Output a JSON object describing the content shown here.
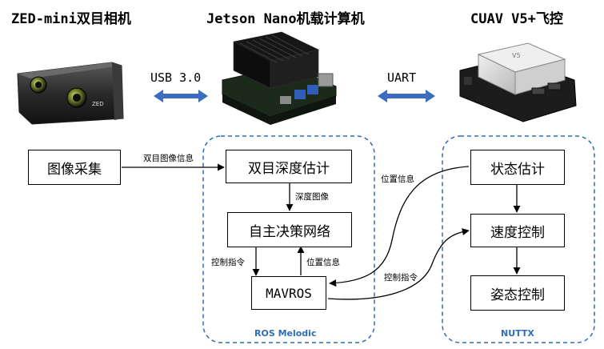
{
  "hardware": {
    "camera": "ZED-mini双目相机",
    "computer": "Jetson Nano机载计算机",
    "fc": "CUAV V5+飞控",
    "link_usb": "USB 3.0",
    "link_uart": "UART",
    "camera_logo": "ZED"
  },
  "groups": {
    "ros": "ROS Melodic",
    "nuttx": "NUTTX"
  },
  "nodes": {
    "image_capture": "图像采集",
    "stereo_depth": "双目深度估计",
    "decision_net": "自主决策网络",
    "mavros": "MAVROS",
    "state_est": "状态估计",
    "speed_ctrl": "速度控制",
    "attitude_ctrl": "姿态控制"
  },
  "edges": {
    "stereo_info": "双目图像信息",
    "depth_image": "深度图像",
    "ctrl_cmd_left": "控制指令",
    "pos_info_right": "位置信息",
    "pos_info_top": "位置信息",
    "ctrl_cmd_bottom": "控制指令"
  },
  "colors": {
    "dashed_border": "#2e6db8",
    "double_arrow": "#3a6cc0",
    "group_label": "#2e6db8"
  }
}
